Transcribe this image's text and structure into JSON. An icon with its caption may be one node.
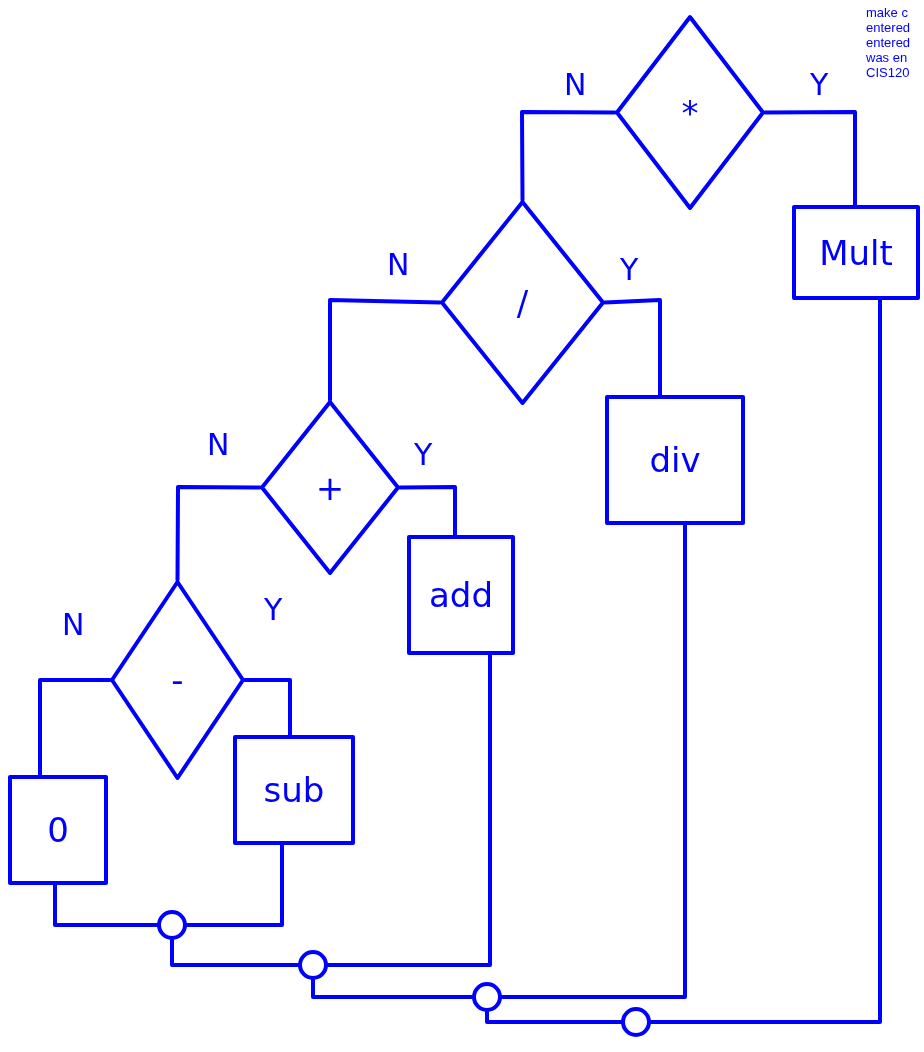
{
  "diagram": {
    "nodes": [
      {
        "text": [
          "*"
        ]
      },
      {
        "text": [
          "Mult"
        ]
      },
      {
        "text": [
          "/"
        ]
      },
      {
        "text": [
          "div"
        ]
      },
      {
        "text": [
          "+"
        ]
      },
      {
        "text": [
          "add"
        ]
      },
      {
        "text": [
          "-"
        ]
      },
      {
        "text": [
          "sub"
        ]
      },
      {
        "text": [
          "0"
        ]
      },
      {
        "text": [],
        "shape": "circle"
      },
      {
        "text": [],
        "shape": "circle"
      },
      {
        "text": [],
        "shape": "circle"
      },
      {
        "text": [],
        "shape": "circle"
      }
    ],
    "edges": [
      {
        "from": 0,
        "to": 2,
        "arrow": "none",
        "label": "N"
      },
      {
        "from": 0,
        "to": 1,
        "arrow": "none",
        "label": "Y"
      },
      {
        "from": 2,
        "to": 4,
        "arrow": "none",
        "label": "N"
      },
      {
        "from": 2,
        "to": 3,
        "arrow": "none",
        "label": "Y"
      },
      {
        "from": 4,
        "to": 6,
        "arrow": "none",
        "label": "N"
      },
      {
        "from": 4,
        "to": 5,
        "arrow": "none",
        "label": "Y"
      },
      {
        "from": 6,
        "to": 8,
        "arrow": "none",
        "label": "N"
      },
      {
        "from": 6,
        "to": 7,
        "arrow": "none",
        "label": "Y"
      },
      {
        "from": 8,
        "to": 9,
        "arrow": "none"
      },
      {
        "from": 7,
        "to": 9,
        "arrow": "none"
      },
      {
        "from": 9,
        "to": 10,
        "arrow": "none"
      },
      {
        "from": 5,
        "to": 10,
        "arrow": "none"
      },
      {
        "from": 10,
        "to": 11,
        "arrow": "none"
      },
      {
        "from": 3,
        "to": 11,
        "arrow": "none"
      },
      {
        "from": 11,
        "to": 12,
        "arrow": "none"
      },
      {
        "from": 1,
        "to": 12,
        "arrow": "none"
      }
    ],
    "labels": [
      "make c",
      "entered",
      "entered",
      "was en",
      "CIS120"
    ]
  }
}
